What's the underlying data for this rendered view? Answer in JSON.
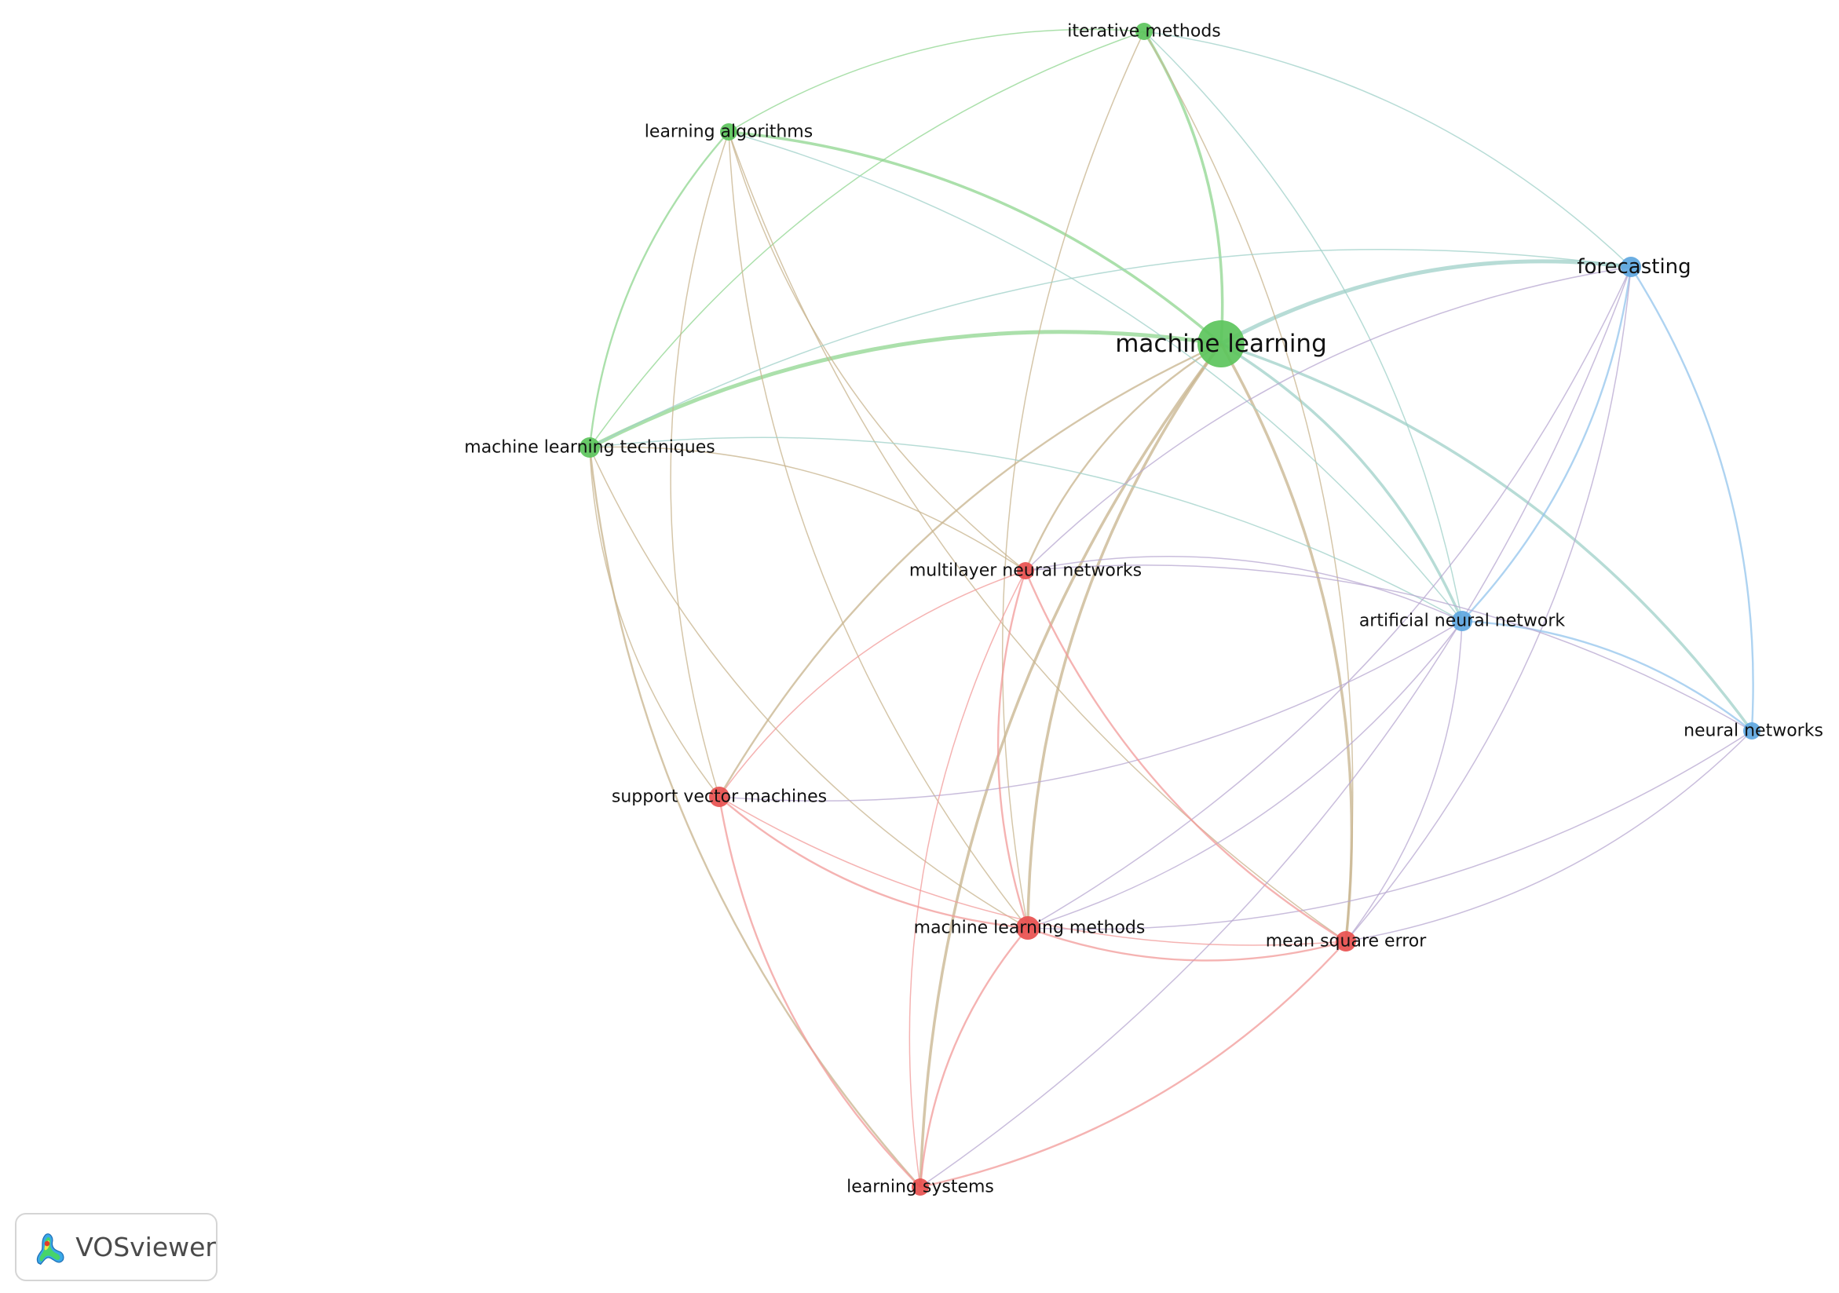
{
  "title": "",
  "brand": {
    "name": "VOSviewer"
  },
  "colors": {
    "green": "#5cc45c",
    "red": "#e8504f",
    "blue": "#5ea7e0",
    "edge_green": "#8fd68f",
    "edge_red": "#f19a98",
    "edge_blue": "#93c4ec",
    "edge_mixed": "#c7b38c",
    "edge_purple": "#b7a7d0"
  },
  "clusters": [
    {
      "id": 1,
      "color": "red"
    },
    {
      "id": 2,
      "color": "green"
    },
    {
      "id": 3,
      "color": "blue"
    }
  ],
  "nodes": [
    {
      "id": "machine_learning",
      "label": "machine learning",
      "cluster": 2,
      "weight": 10
    },
    {
      "id": "iterative_methods",
      "label": "iterative methods",
      "cluster": 2,
      "weight": 2
    },
    {
      "id": "learning_algorithms",
      "label": "learning algorithms",
      "cluster": 2,
      "weight": 2
    },
    {
      "id": "ml_techniques",
      "label": "machine learning techniques",
      "cluster": 2,
      "weight": 3
    },
    {
      "id": "forecasting",
      "label": "forecasting",
      "cluster": 3,
      "weight": 3
    },
    {
      "id": "ann",
      "label": "artificial neural network",
      "cluster": 3,
      "weight": 3
    },
    {
      "id": "neural_networks",
      "label": "neural networks",
      "cluster": 3,
      "weight": 2
    },
    {
      "id": "multilayer_nn",
      "label": "multilayer neural networks",
      "cluster": 1,
      "weight": 2
    },
    {
      "id": "svm",
      "label": "support vector machines",
      "cluster": 1,
      "weight": 3
    },
    {
      "id": "ml_methods",
      "label": "machine learning methods",
      "cluster": 1,
      "weight": 4
    },
    {
      "id": "mse",
      "label": "mean square error",
      "cluster": 1,
      "weight": 3
    },
    {
      "id": "learning_systems",
      "label": "learning systems",
      "cluster": 1,
      "weight": 2
    }
  ],
  "links": [
    [
      "machine_learning",
      "iterative_methods",
      3
    ],
    [
      "machine_learning",
      "learning_algorithms",
      3
    ],
    [
      "machine_learning",
      "ml_techniques",
      4
    ],
    [
      "machine_learning",
      "forecasting",
      4
    ],
    [
      "machine_learning",
      "ann",
      3
    ],
    [
      "machine_learning",
      "neural_networks",
      3
    ],
    [
      "machine_learning",
      "multilayer_nn",
      2
    ],
    [
      "machine_learning",
      "svm",
      2
    ],
    [
      "machine_learning",
      "ml_methods",
      3
    ],
    [
      "machine_learning",
      "mse",
      3
    ],
    [
      "machine_learning",
      "learning_systems",
      3
    ],
    [
      "iterative_methods",
      "learning_algorithms",
      1
    ],
    [
      "iterative_methods",
      "ml_techniques",
      1
    ],
    [
      "iterative_methods",
      "forecasting",
      1
    ],
    [
      "iterative_methods",
      "ann",
      1
    ],
    [
      "iterative_methods",
      "ml_methods",
      1
    ],
    [
      "iterative_methods",
      "mse",
      1
    ],
    [
      "learning_algorithms",
      "ml_techniques",
      2
    ],
    [
      "learning_algorithms",
      "ann",
      1
    ],
    [
      "learning_algorithms",
      "multilayer_nn",
      1
    ],
    [
      "learning_algorithms",
      "svm",
      1
    ],
    [
      "learning_algorithms",
      "mse",
      1
    ],
    [
      "learning_algorithms",
      "ml_methods",
      1
    ],
    [
      "ml_techniques",
      "forecasting",
      1
    ],
    [
      "ml_techniques",
      "ann",
      1
    ],
    [
      "ml_techniques",
      "multilayer_nn",
      1
    ],
    [
      "ml_techniques",
      "svm",
      1
    ],
    [
      "ml_techniques",
      "ml_methods",
      1
    ],
    [
      "ml_techniques",
      "learning_systems",
      2
    ],
    [
      "forecasting",
      "ann",
      2
    ],
    [
      "forecasting",
      "neural_networks",
      2
    ],
    [
      "forecasting",
      "multilayer_nn",
      1
    ],
    [
      "forecasting",
      "ml_methods",
      1
    ],
    [
      "forecasting",
      "mse",
      1
    ],
    [
      "forecasting",
      "learning_systems",
      1
    ],
    [
      "ann",
      "neural_networks",
      2
    ],
    [
      "ann",
      "multilayer_nn",
      1
    ],
    [
      "ann",
      "svm",
      1
    ],
    [
      "ann",
      "ml_methods",
      1
    ],
    [
      "ann",
      "mse",
      1
    ],
    [
      "neural_networks",
      "multilayer_nn",
      1
    ],
    [
      "neural_networks",
      "ml_methods",
      1
    ],
    [
      "neural_networks",
      "mse",
      1
    ],
    [
      "multilayer_nn",
      "svm",
      1
    ],
    [
      "multilayer_nn",
      "ml_methods",
      2
    ],
    [
      "multilayer_nn",
      "mse",
      2
    ],
    [
      "multilayer_nn",
      "learning_systems",
      1
    ],
    [
      "svm",
      "ml_methods",
      2
    ],
    [
      "svm",
      "mse",
      1
    ],
    [
      "svm",
      "learning_systems",
      2
    ],
    [
      "ml_methods",
      "mse",
      2
    ],
    [
      "ml_methods",
      "learning_systems",
      2
    ],
    [
      "mse",
      "learning_systems",
      2
    ]
  ]
}
